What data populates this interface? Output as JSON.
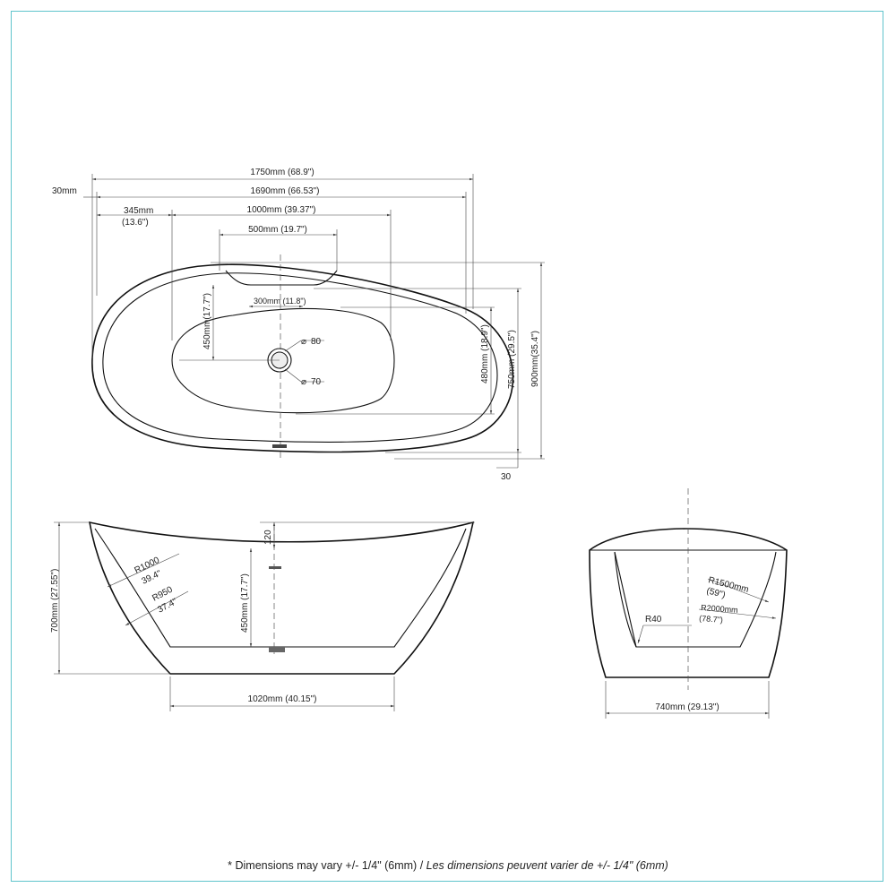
{
  "top_view": {
    "dim_overall_length": "1750mm (68.9\")",
    "dim_inner_length": "1690mm (66.53\")",
    "dim_rim_offset": "30mm",
    "dim_drain_offset_mm": "345mm",
    "dim_drain_offset_in": "(13.6\")",
    "dim_basin_length": "1000mm (39.37\")",
    "dim_headrest_width": "500mm (19.7\")",
    "dim_drain_center": "300mm (11.8\")",
    "dim_drain_depth": "450mm(17.7\")",
    "dim_overflow_dia": "80",
    "dim_drain_dia": "70",
    "dim_basin_width": "480mm (18.9\")",
    "dim_inner_width": "750mm (29.5\")",
    "dim_overall_width": "900mm(35.4\")",
    "dim_rim_bottom": "30",
    "diameter_symbol": "⌀"
  },
  "side_view": {
    "dim_height": "700mm (27.55\")",
    "dim_end_rise": "120",
    "dim_water_depth": "450mm (17.7\")",
    "dim_radius_outer_mm": "R1000",
    "dim_radius_outer_in": "39.4\"",
    "dim_radius_inner_mm": "R950",
    "dim_radius_inner_in": "37.4\"",
    "dim_base_length": "1020mm (40.15\")"
  },
  "end_view": {
    "dim_radius_1500_mm": "R1500mm",
    "dim_radius_1500_in": "(59\")",
    "dim_radius_2000_mm": "R2000mm",
    "dim_radius_2000_in": "(78.7\")",
    "dim_corner_radius": "R40",
    "dim_base_width": "740mm (29.13\")"
  },
  "footnote": {
    "english": "* Dimensions may vary +/- 1/4\" (6mm) / ",
    "french": "Les dimensions peuvent varier de +/- 1/4\" (6mm)"
  }
}
